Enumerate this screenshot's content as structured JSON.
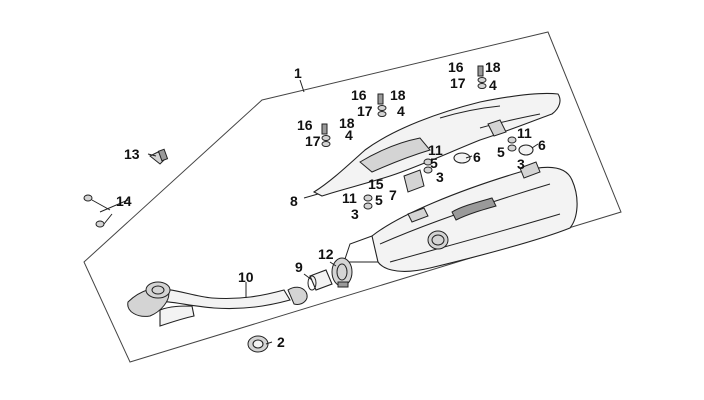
{
  "diagram": {
    "callouts": [
      {
        "id": "c1",
        "text": "1"
      },
      {
        "id": "c2",
        "text": "2"
      },
      {
        "id": "c3a",
        "text": "3"
      },
      {
        "id": "c3b",
        "text": "3"
      },
      {
        "id": "c3c",
        "text": "3"
      },
      {
        "id": "c4a",
        "text": "4"
      },
      {
        "id": "c4b",
        "text": "4"
      },
      {
        "id": "c4c",
        "text": "4"
      },
      {
        "id": "c5a",
        "text": "5"
      },
      {
        "id": "c5b",
        "text": "5"
      },
      {
        "id": "c5c",
        "text": "5"
      },
      {
        "id": "c6a",
        "text": "6"
      },
      {
        "id": "c6b",
        "text": "6"
      },
      {
        "id": "c7",
        "text": "7"
      },
      {
        "id": "c8",
        "text": "8"
      },
      {
        "id": "c9",
        "text": "9"
      },
      {
        "id": "c10",
        "text": "10"
      },
      {
        "id": "c11a",
        "text": "11"
      },
      {
        "id": "c11b",
        "text": "11"
      },
      {
        "id": "c11c",
        "text": "11"
      },
      {
        "id": "c12",
        "text": "12"
      },
      {
        "id": "c13",
        "text": "13"
      },
      {
        "id": "c14",
        "text": "14"
      },
      {
        "id": "c15",
        "text": "15"
      },
      {
        "id": "c16a",
        "text": "16"
      },
      {
        "id": "c16b",
        "text": "16"
      },
      {
        "id": "c16c",
        "text": "16"
      },
      {
        "id": "c17a",
        "text": "17"
      },
      {
        "id": "c17b",
        "text": "17"
      },
      {
        "id": "c17c",
        "text": "17"
      },
      {
        "id": "c18a",
        "text": "18"
      },
      {
        "id": "c18b",
        "text": "18"
      },
      {
        "id": "c18c",
        "text": "18"
      }
    ]
  }
}
